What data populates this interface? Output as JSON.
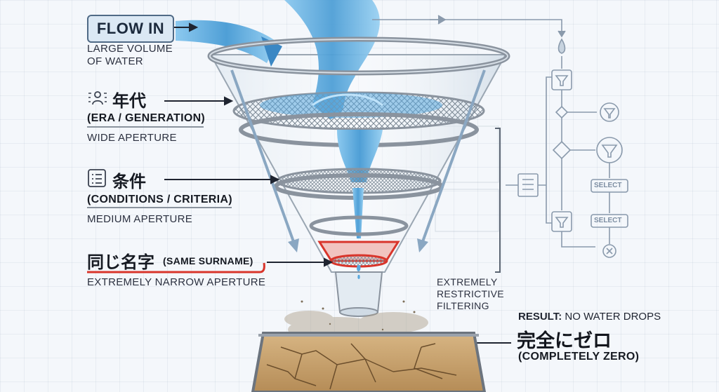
{
  "flow_in": {
    "label": "FLOW IN",
    "desc_line1": "LARGE VOLUME",
    "desc_line2": "OF WATER"
  },
  "stage1": {
    "title": "年代",
    "subtitle": "(ERA / GENERATION)",
    "desc": "WIDE APERTURE"
  },
  "stage2": {
    "title": "条件",
    "subtitle": "(CONDITIONS / CRITERIA)",
    "desc": "MEDIUM APERTURE"
  },
  "stage3": {
    "title": "同じ名字",
    "subtitle": "(SAME SURNAME)",
    "desc": "EXTREMELY NARROW APERTURE"
  },
  "filtering": {
    "line1": "EXTREMELY",
    "line2": "RESTRICTIVE",
    "line3": "FILTERING"
  },
  "result": {
    "prefix": "RESULT:",
    "text": "NO WATER DROPS",
    "title": "完全にゼロ",
    "subtitle": "(COMPLETELY ZERO)"
  },
  "flowchart": {
    "select1": "SELECT",
    "select2": "SELECT"
  },
  "colors": {
    "water": "#5aa8dc",
    "frame": "#8a939e",
    "accent_red": "#d9352b",
    "soil": "#c9a574"
  }
}
